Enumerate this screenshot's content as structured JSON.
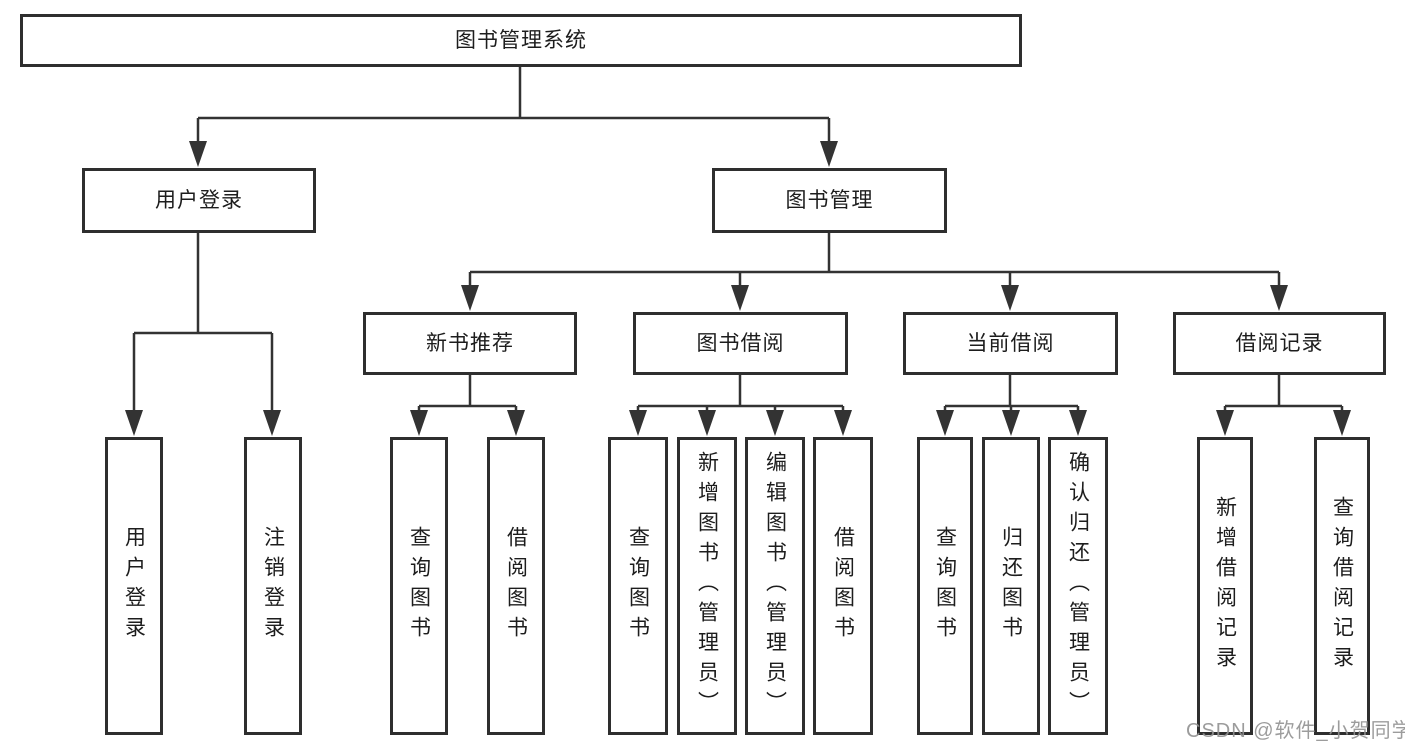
{
  "tree": {
    "root": {
      "label": "图书管理系统",
      "children": [
        {
          "label": "用户登录",
          "children": [
            {
              "label": "用户登录"
            },
            {
              "label": "注销登录"
            }
          ]
        },
        {
          "label": "图书管理",
          "children": [
            {
              "label": "新书推荐",
              "children": [
                {
                  "label": "查询图书"
                },
                {
                  "label": "借阅图书"
                }
              ]
            },
            {
              "label": "图书借阅",
              "children": [
                {
                  "label": "查询图书"
                },
                {
                  "label": "新增图书（管理员）"
                },
                {
                  "label": "编辑图书（管理员）"
                },
                {
                  "label": "借阅图书"
                }
              ]
            },
            {
              "label": "当前借阅",
              "children": [
                {
                  "label": "查询图书"
                },
                {
                  "label": "归还图书"
                },
                {
                  "label": "确认归还（管理员）"
                }
              ]
            },
            {
              "label": "借阅记录",
              "children": [
                {
                  "label": "新增借阅记录"
                },
                {
                  "label": "查询借阅记录"
                }
              ]
            }
          ]
        }
      ]
    }
  },
  "watermark": {
    "text": "CSDN @软件_小贺同学"
  },
  "colors": {
    "line": "#333333",
    "box_border": "#2e2e2e",
    "text": "#1d1d1d",
    "watermark": "#919191",
    "background": "#ffffff"
  }
}
